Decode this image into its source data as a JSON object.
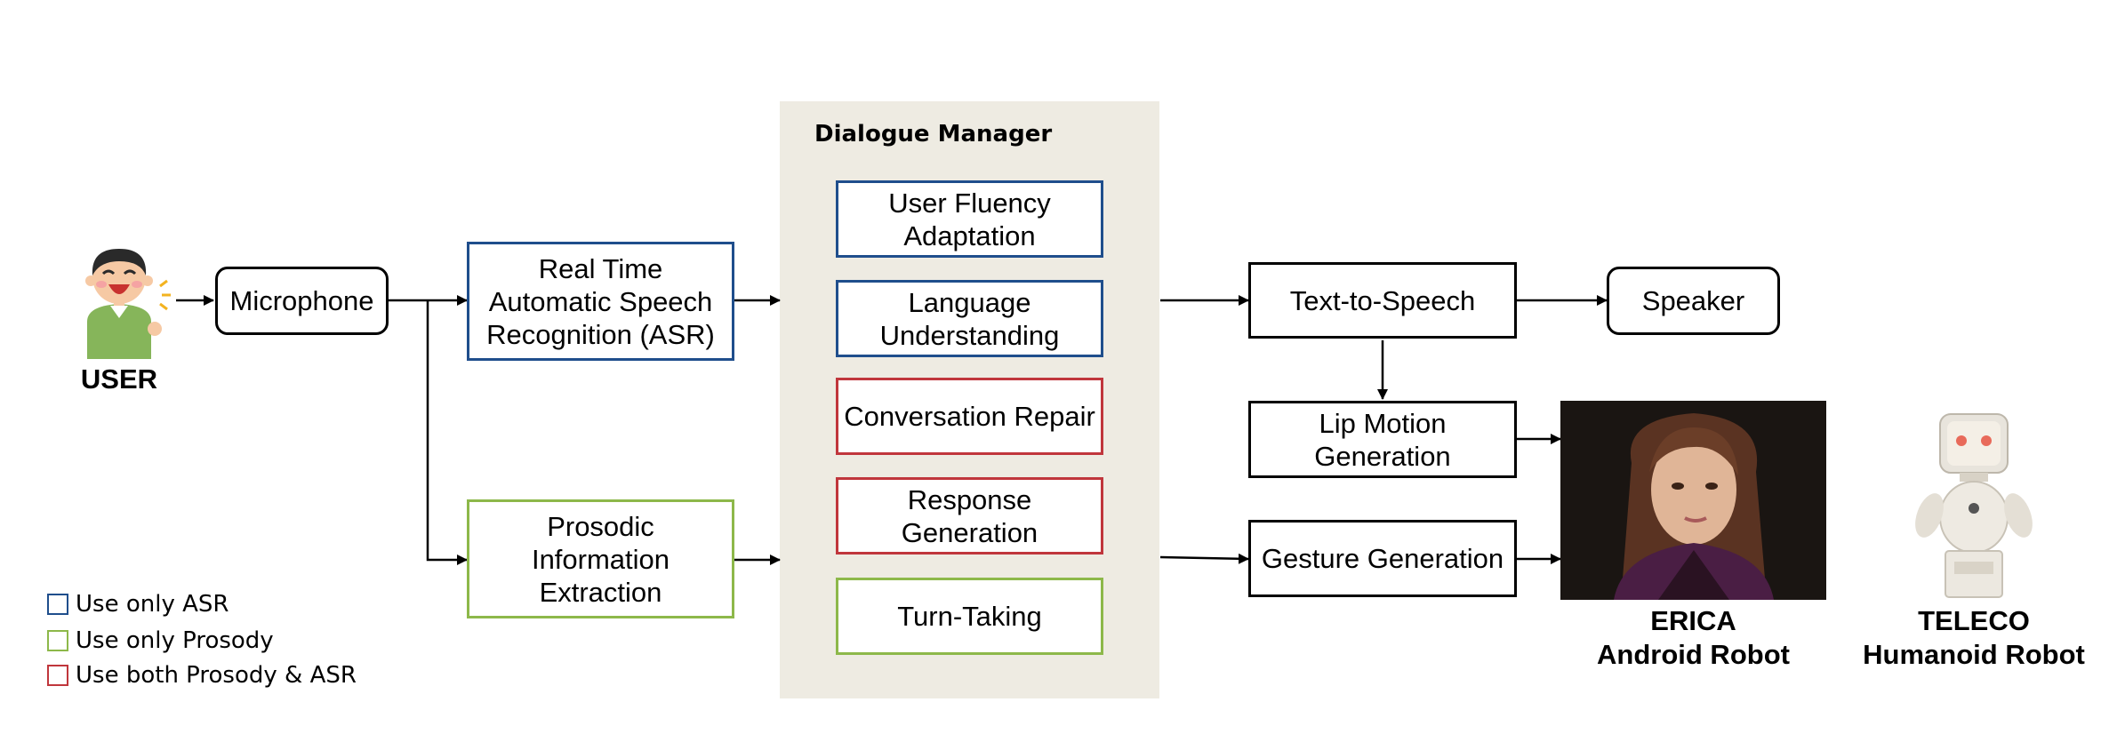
{
  "user": {
    "label": "USER"
  },
  "microphone": {
    "label": "Microphone"
  },
  "asr": {
    "label": "Real Time\nAutomatic Speech\nRecognition (ASR)"
  },
  "prosodic": {
    "label": "Prosodic\nInformation\nExtraction"
  },
  "dialogue_manager": {
    "title": "Dialogue Manager",
    "modules": [
      {
        "label": "User Fluency\nAdaptation",
        "uses": "ASR"
      },
      {
        "label": "Language\nUnderstanding",
        "uses": "ASR"
      },
      {
        "label": "Conversation Repair",
        "uses": "both"
      },
      {
        "label": "Response\nGeneration",
        "uses": "both"
      },
      {
        "label": "Turn-Taking",
        "uses": "Prosody"
      }
    ]
  },
  "tts": {
    "label": "Text-to-Speech"
  },
  "speaker": {
    "label": "Speaker"
  },
  "lip_motion": {
    "label": "Lip Motion\nGeneration"
  },
  "gesture": {
    "label": "Gesture Generation"
  },
  "erica": {
    "label": "ERICA\nAndroid Robot"
  },
  "teleco": {
    "label": "TELECO\nHumanoid Robot"
  },
  "legend": {
    "items": [
      {
        "label": "Use only ASR",
        "color": "#1f4e8c"
      },
      {
        "label": "Use only Prosody",
        "color": "#8db84a"
      },
      {
        "label": "Use both Prosody & ASR",
        "color": "#c0363c"
      }
    ]
  },
  "colors": {
    "asr": "#1f4e8c",
    "prosody": "#8db84a",
    "both": "#c0363c",
    "panel": "#eeebe2"
  }
}
